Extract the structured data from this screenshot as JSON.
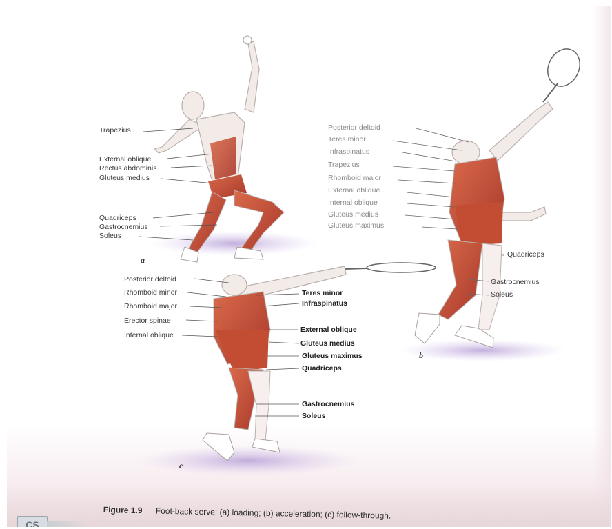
{
  "figure": {
    "caption_number": "Figure 1.9",
    "caption_text": "Foot-back serve: (a) loading; (b) acceleration; (c) follow-through.",
    "logo_text": "CS"
  },
  "panel_a": {
    "letter": "a",
    "labels": [
      "Trapezius",
      "External oblique",
      "Rectus abdominis",
      "Gluteus medius",
      "Quadriceps",
      "Gastrocnemius",
      "Soleus"
    ]
  },
  "panel_b": {
    "letter": "b",
    "left_labels": [
      "Posterior deltoid",
      "Teres minor",
      "Infraspinatus",
      "Trapezius",
      "Rhomboid major",
      "External oblique",
      "Internal oblique",
      "Gluteus medius",
      "Gluteus maximus"
    ],
    "right_labels": [
      "Quadriceps",
      "Gastrocnemius",
      "Soleus"
    ]
  },
  "panel_c": {
    "letter": "c",
    "left_labels": [
      "Posterior deltoid",
      "Rhomboid minor",
      "Rhomboid major",
      "Erector spinae",
      "Internal oblique"
    ],
    "right_labels": [
      "Teres minor",
      "Infraspinatus",
      "External oblique",
      "Gluteus medius",
      "Gluteus maximus",
      "Quadriceps",
      "Gastrocnemius",
      "Soleus"
    ]
  },
  "colors": {
    "muscle": "#c9553a",
    "muscle_dark": "#9e3322",
    "skin_outline": "#b9b0ad",
    "shadow": "#b9a3d6"
  }
}
